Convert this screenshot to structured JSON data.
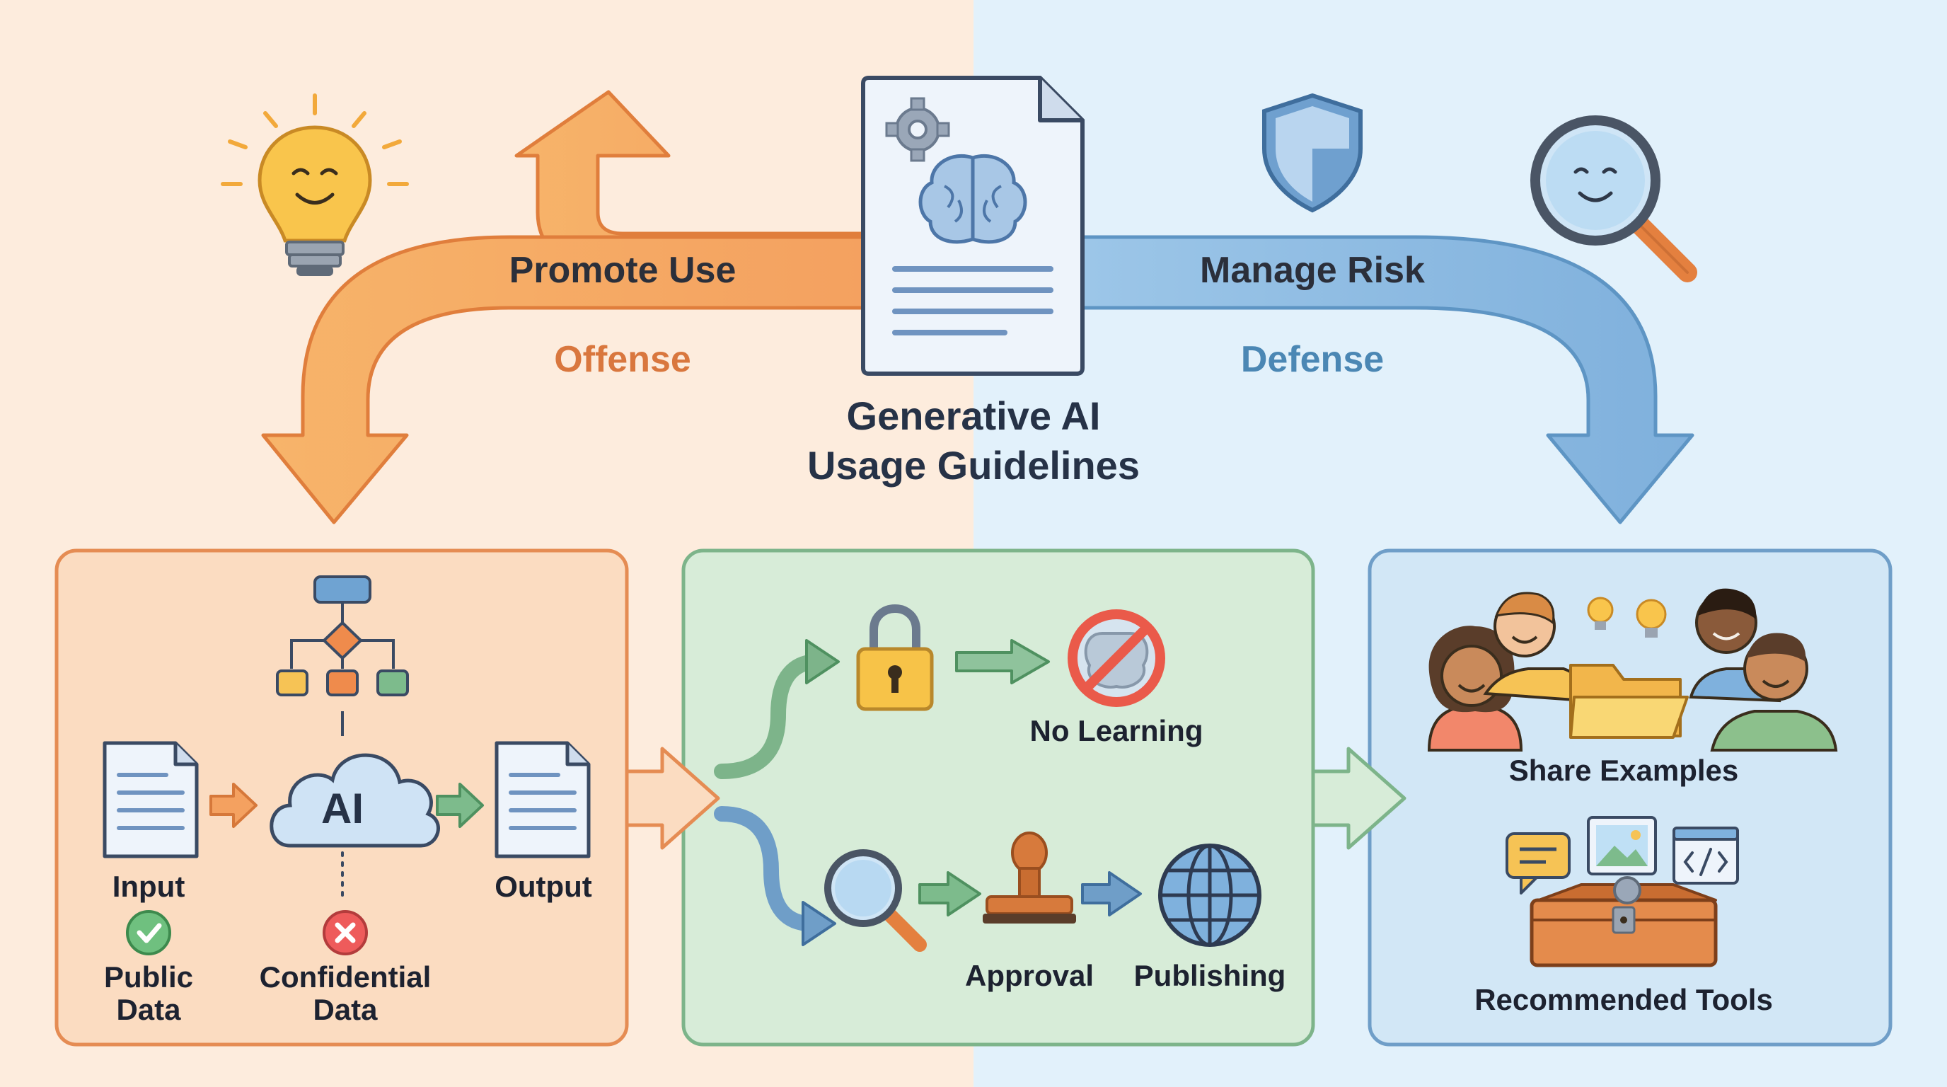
{
  "center": {
    "title_line1": "Generative AI",
    "title_line2": "Usage Guidelines"
  },
  "offense": {
    "title": "Promote Use",
    "subtitle": "Offense"
  },
  "defense": {
    "title": "Manage Risk",
    "subtitle": "Defense"
  },
  "panel_data": {
    "input_label": "Input",
    "ai_label": "AI",
    "output_label": "Output",
    "public_label_line1": "Public",
    "public_label_line2": "Data",
    "confidential_label_line1": "Confidential",
    "confidential_label_line2": "Data"
  },
  "panel_process": {
    "no_learning_label": "No Learning",
    "approval_label": "Approval",
    "publishing_label": "Publishing"
  },
  "panel_share": {
    "share_examples_label": "Share Examples",
    "recommended_tools_label": "Recommended Tools"
  },
  "colors": {
    "offense_orange": "#f4a15c",
    "defense_blue": "#8fbbe0",
    "panel_left_bg": "#fbdcc1",
    "panel_mid_bg": "#d7ecd8",
    "panel_right_bg": "#d2e7f6"
  },
  "icons": [
    "lightbulb-icon",
    "shield-icon",
    "magnifier-icon",
    "document-icon",
    "brain-icon",
    "gear-icon",
    "flowchart-icon",
    "cloud-icon",
    "check-icon",
    "cross-icon",
    "lock-icon",
    "no-learning-icon",
    "stamp-icon",
    "globe-icon",
    "people-icon",
    "folder-icon",
    "toolbox-icon"
  ]
}
